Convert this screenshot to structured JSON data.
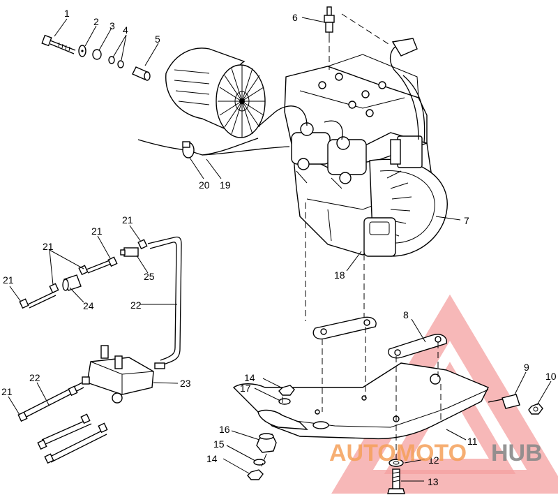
{
  "callouts": [
    "1",
    "2",
    "3",
    "4",
    "5",
    "6",
    "7",
    "8",
    "9",
    "10",
    "11",
    "12",
    "13",
    "14",
    "14",
    "15",
    "16",
    "17",
    "18",
    "19",
    "20",
    "21",
    "21",
    "21",
    "21",
    "21",
    "22",
    "22",
    "23",
    "24",
    "25"
  ],
  "watermark": {
    "part1": "AUTOMOTO",
    "part2": "HUB",
    "color_accent": "#f07f7f",
    "color_dark": "#8a8a8a"
  }
}
